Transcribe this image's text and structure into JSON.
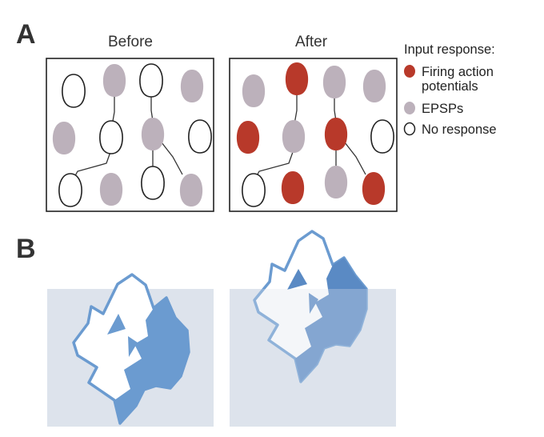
{
  "panel_a": {
    "letter": "A",
    "before_title": "Before",
    "after_title": "After"
  },
  "panel_b": {
    "letter": "B"
  },
  "legend": {
    "title": "Input response:",
    "firing_line1": "Firing action",
    "firing_line2": "potentials",
    "epsps": "EPSPs",
    "none": "No response"
  },
  "colors": {
    "firing": "#b8392a",
    "epsp": "#bcb1bb",
    "none_fill": "#ffffff",
    "outline": "#222222",
    "water": "#dde3ec",
    "ice_blue": "#6b9bd0",
    "ice_dark": "#5a8ac4"
  }
}
